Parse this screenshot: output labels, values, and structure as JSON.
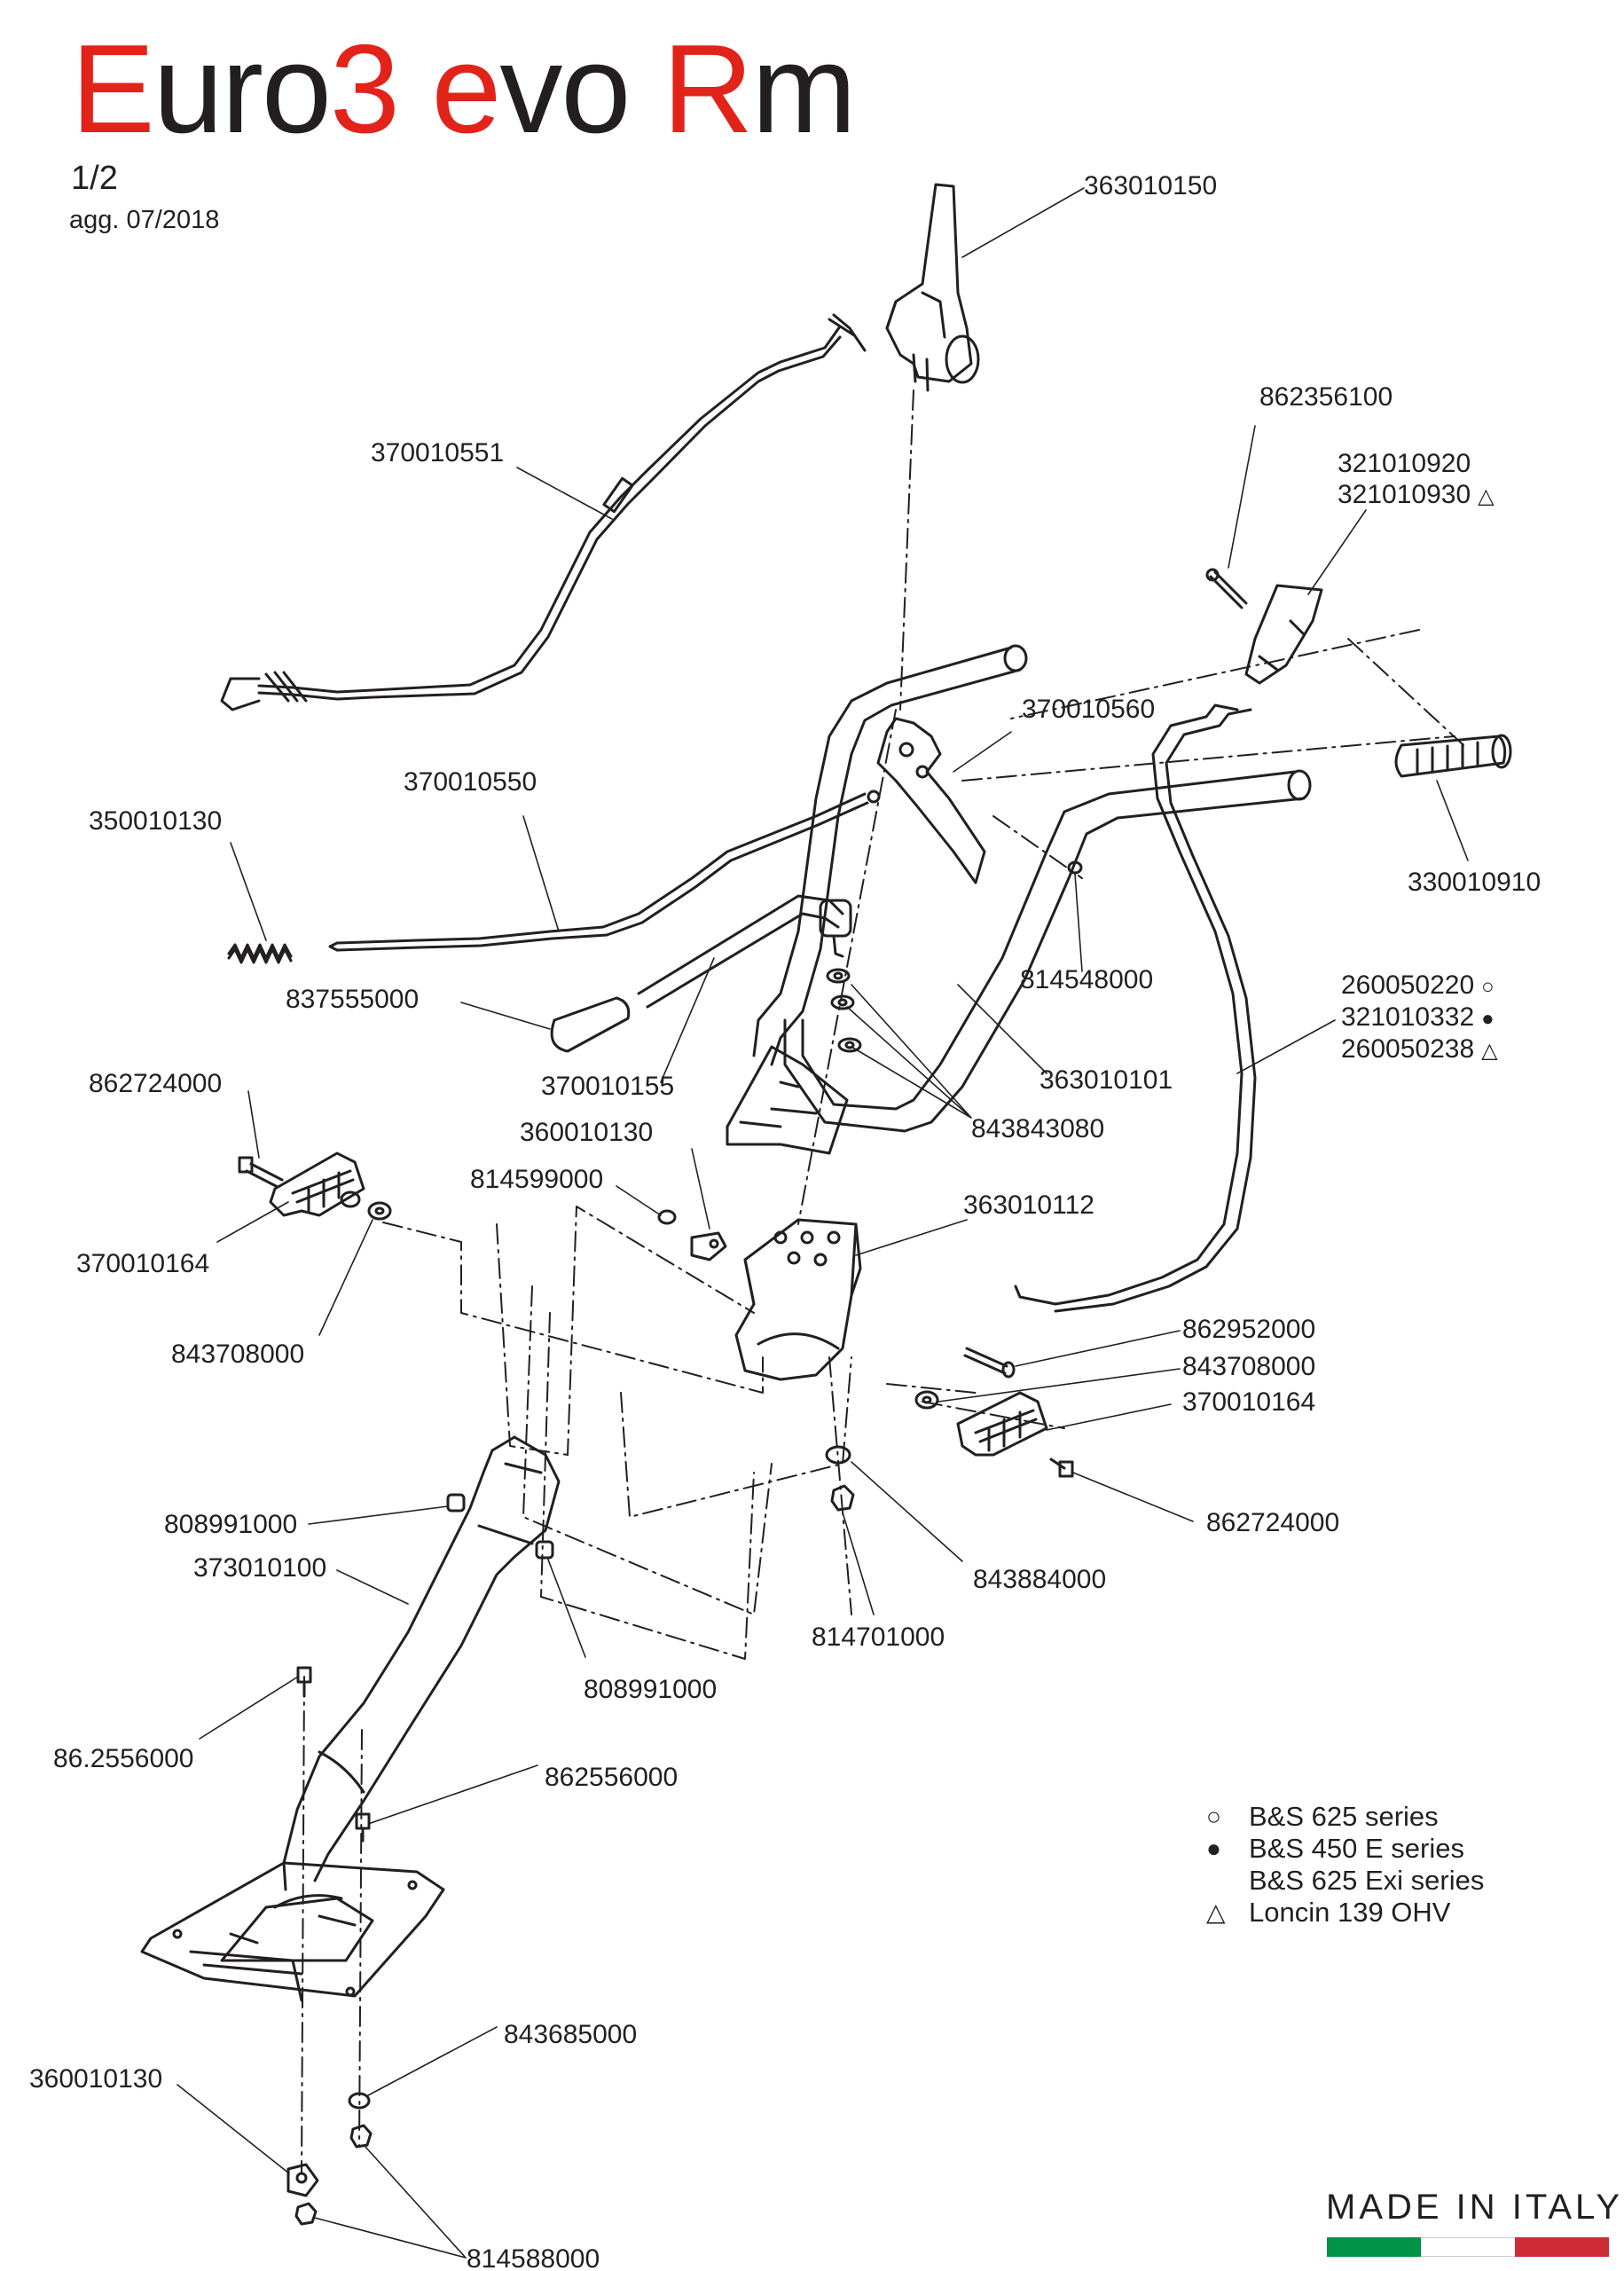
{
  "title": {
    "part1_red": "E",
    "part1_black": "uro",
    "part2_red": "3",
    "part3_red": "e",
    "part3_black": "vo",
    "part4_red": "R",
    "part4_black": "m"
  },
  "sheet": "1/2",
  "updated": "agg. 07/2018",
  "made_in": "MADE IN ITALY",
  "colors": {
    "accent_red": "#e2231a",
    "ink": "#231f20",
    "flag_green": "#009246",
    "flag_white": "#ffffff",
    "flag_red": "#ce2b37"
  },
  "parts": [
    {
      "code": "363010150"
    },
    {
      "code": "370010551"
    },
    {
      "code": "862356100"
    },
    {
      "code": "321010920"
    },
    {
      "code": "321010930",
      "symbol": "△"
    },
    {
      "code": "370010560"
    },
    {
      "code": "370010550"
    },
    {
      "code": "350010130"
    },
    {
      "code": "330010910"
    },
    {
      "code": "814548000"
    },
    {
      "code": "837555000"
    },
    {
      "code": "260050220",
      "symbol": "○"
    },
    {
      "code": "321010332",
      "symbol": "●"
    },
    {
      "code": "260050238",
      "symbol": "△"
    },
    {
      "code": "862724000"
    },
    {
      "code": "370010155"
    },
    {
      "code": "363010101"
    },
    {
      "code": "360010130"
    },
    {
      "code": "843843080"
    },
    {
      "code": "814599000"
    },
    {
      "code": "363010112"
    },
    {
      "code": "370010164"
    },
    {
      "code": "843708000"
    },
    {
      "code": "862952000"
    },
    {
      "code": "843708000"
    },
    {
      "code": "370010164"
    },
    {
      "code": "862724000"
    },
    {
      "code": "808991000"
    },
    {
      "code": "373010100"
    },
    {
      "code": "843884000"
    },
    {
      "code": "814701000"
    },
    {
      "code": "808991000"
    },
    {
      "code": "86.2556000"
    },
    {
      "code": "862556000"
    },
    {
      "code": "843685000"
    },
    {
      "code": "360010130"
    },
    {
      "code": "814588000"
    }
  ],
  "legend": [
    {
      "symbol": "○",
      "text": "B&S 625 series"
    },
    {
      "symbol": "●",
      "text": "B&S 450 E series"
    },
    {
      "symbol": "",
      "text": "B&S 625 Exi series"
    },
    {
      "symbol": "△",
      "text": "Loncin 139 OHV"
    }
  ]
}
